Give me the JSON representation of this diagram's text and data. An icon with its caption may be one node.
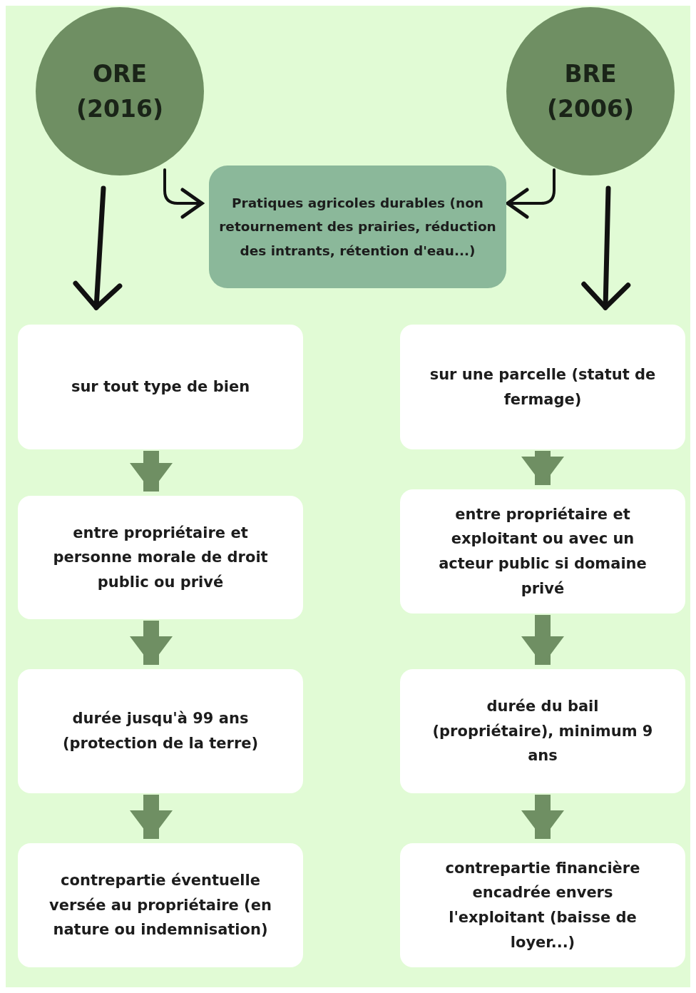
{
  "diagram": {
    "nodes": [
      {
        "text": [
          "ORE (2016)"
        ]
      },
      {
        "text": [
          "BRE (2006)"
        ]
      },
      {
        "text": [
          "Pratiques agricoles durables (non retournement des prairies, réduction des intrants, rétention d'eau...)"
        ]
      },
      {
        "text": [
          "sur tout type de bien"
        ]
      },
      {
        "text": [
          "entre propriétaire et personne morale de droit public ou privé"
        ]
      },
      {
        "text": [
          "durée jusqu'à 99 ans (protection de la terre)"
        ]
      },
      {
        "text": [
          "contrepartie éventuelle versée au propriétaire (en nature ou indemnisation)"
        ]
      },
      {
        "text": [
          "sur une parcelle (statut de fermage)"
        ]
      },
      {
        "text": [
          "entre propriétaire et exploitant ou avec un acteur public si domaine privé"
        ]
      },
      {
        "text": [
          "durée du bail (propriétaire), minimum 9 ans"
        ]
      },
      {
        "text": [
          "contrepartie financière encadrée envers l'exploitant (baisse de loyer...)"
        ]
      }
    ],
    "edges": [
      {
        "from": 0,
        "to": 2,
        "arrow": "to",
        "color": "#111111"
      },
      {
        "from": 1,
        "to": 2,
        "arrow": "to",
        "color": "#111111"
      },
      {
        "from": 0,
        "to": 3,
        "arrow": "to",
        "color": "#111111"
      },
      {
        "from": 1,
        "to": 7,
        "arrow": "to",
        "color": "#111111"
      },
      {
        "from": 3,
        "to": 4,
        "arrow": "to"
      },
      {
        "from": 4,
        "to": 5,
        "arrow": "to"
      },
      {
        "from": 5,
        "to": 6,
        "arrow": "to"
      },
      {
        "from": 7,
        "to": 8,
        "arrow": "to"
      },
      {
        "from": 8,
        "to": 9,
        "arrow": "to"
      },
      {
        "from": 9,
        "to": 10,
        "arrow": "to"
      }
    ]
  }
}
